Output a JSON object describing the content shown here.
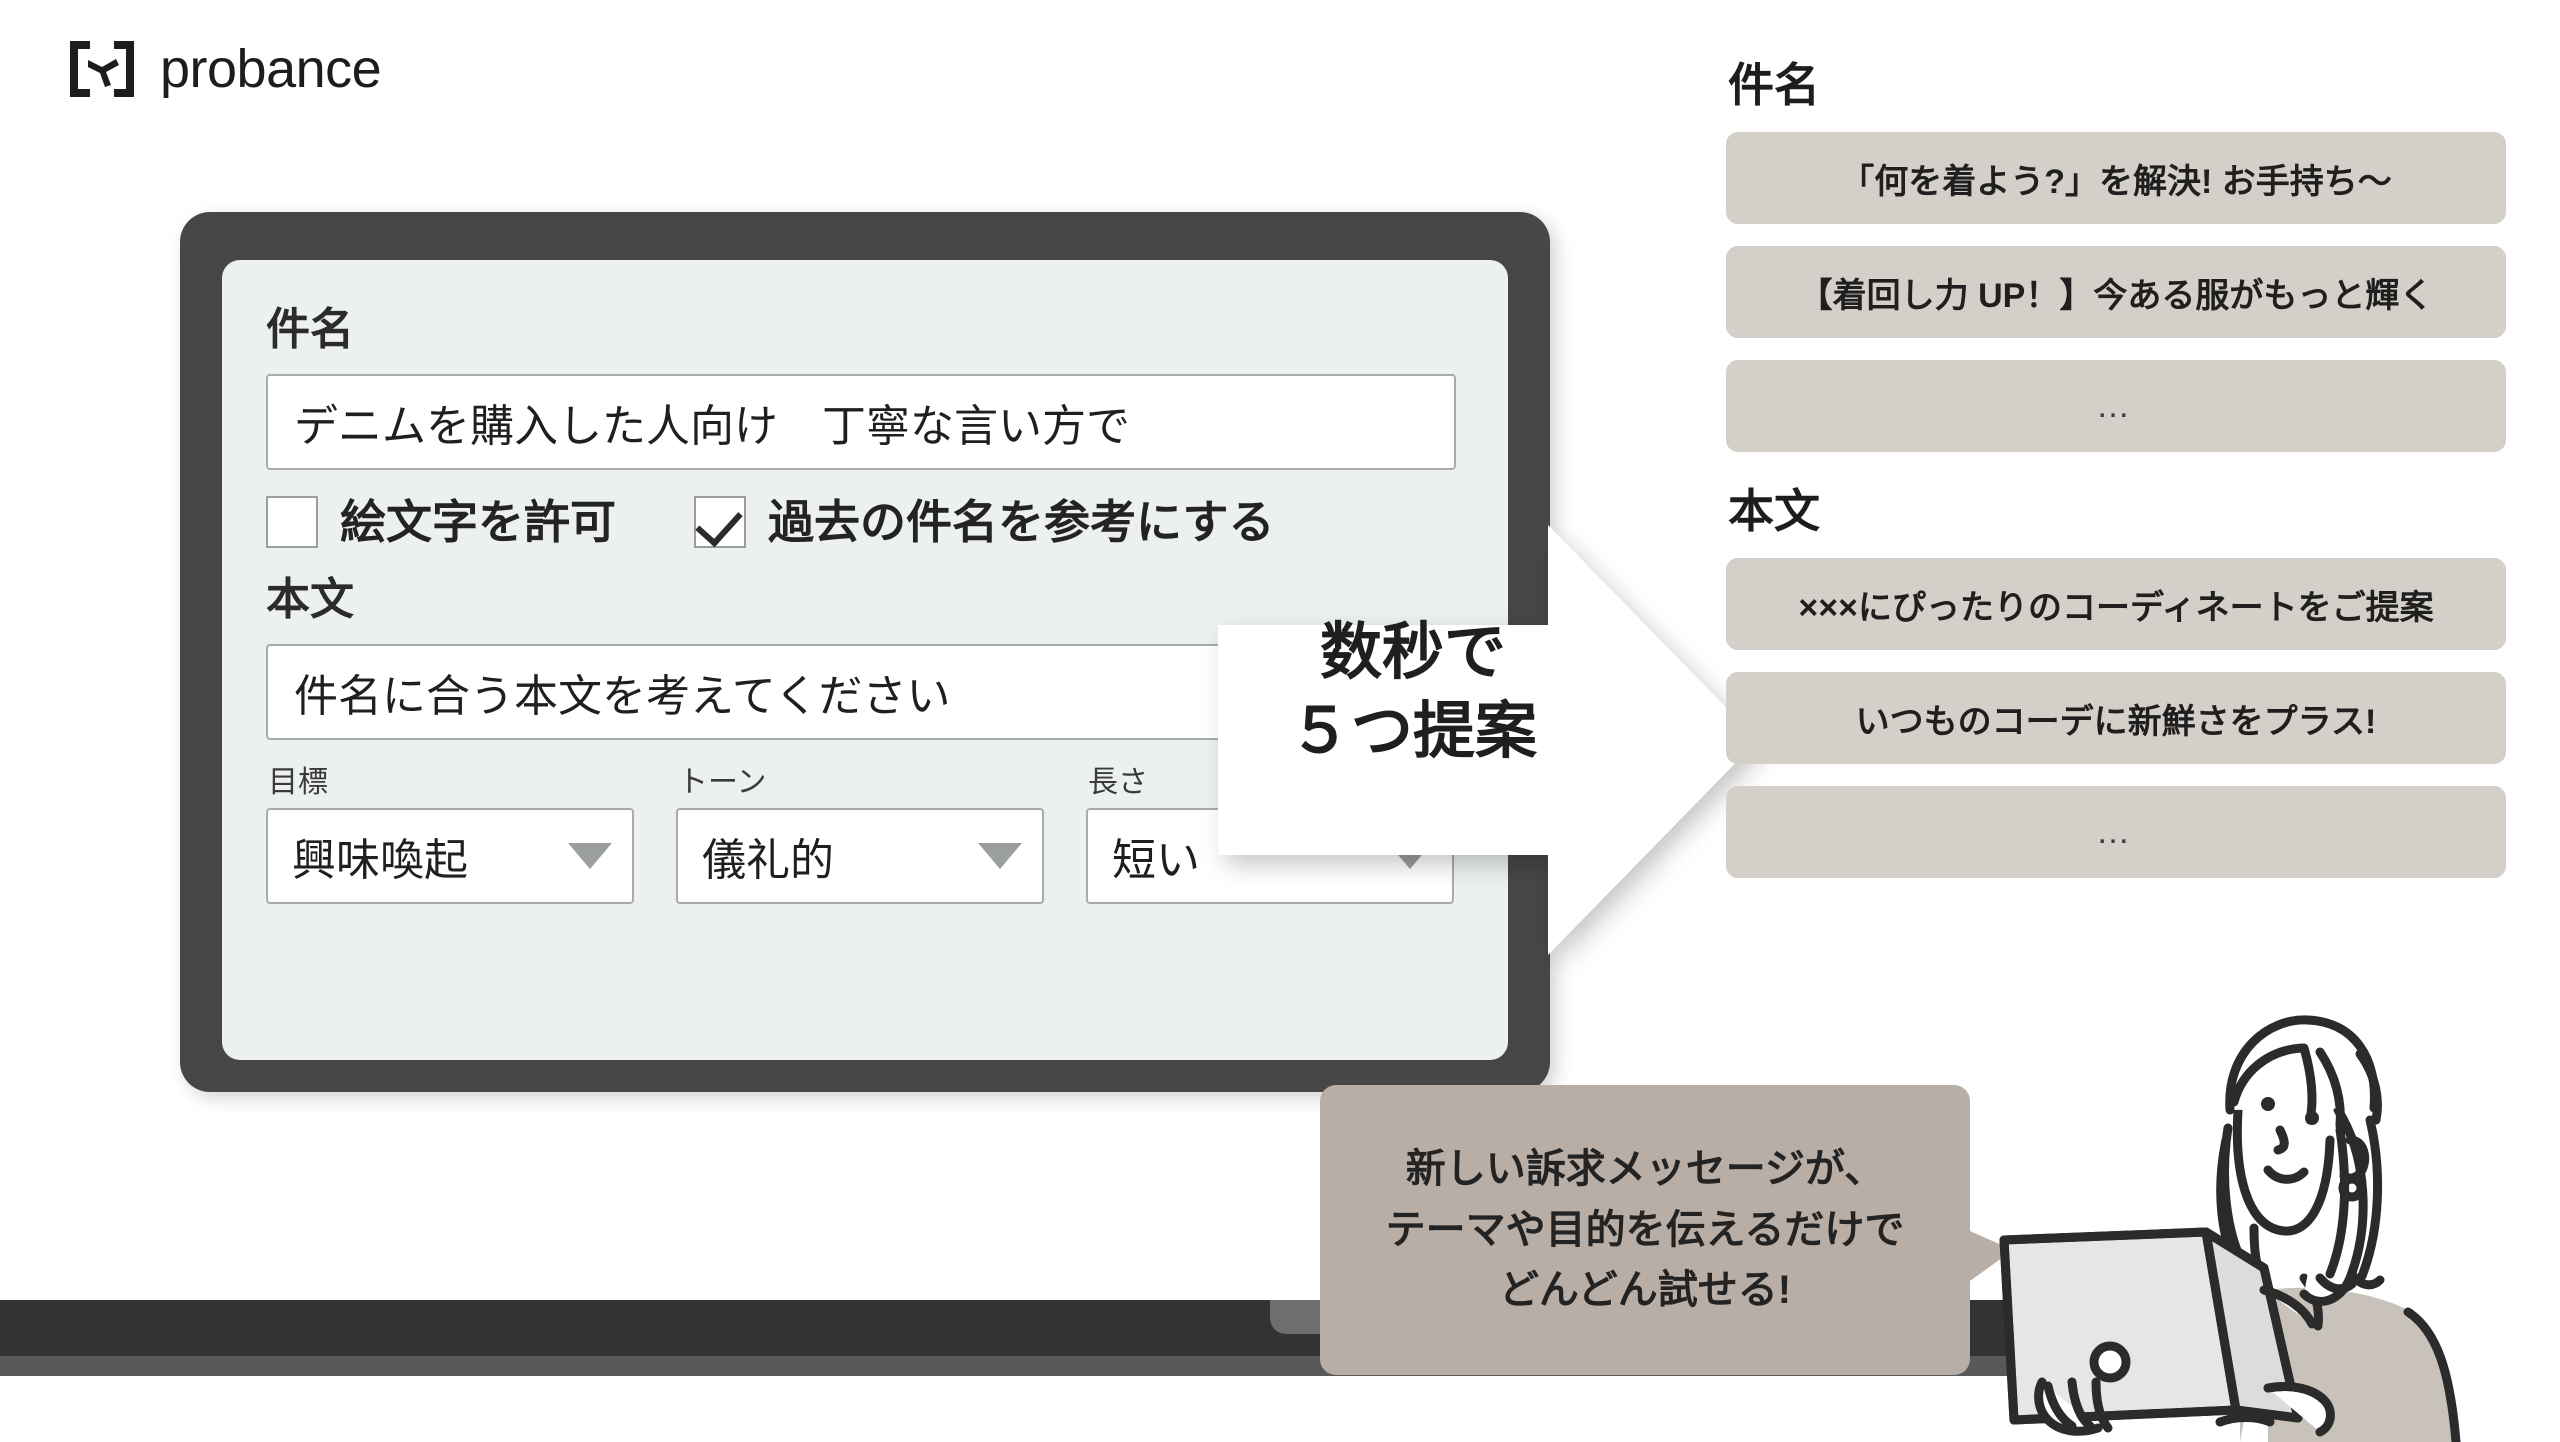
{
  "brand": {
    "name": "probance",
    "mark": "bracket-y-icon"
  },
  "laptop_form": {
    "subject_label": "件名",
    "subject_value": "デニムを購入した人向け　丁寧な言い方で",
    "checkboxes": [
      {
        "label": "絵文字を許可",
        "checked": false
      },
      {
        "label": "過去の件名を参考にする",
        "checked": true
      }
    ],
    "body_label": "本文",
    "body_value": "件名に合う本文を考えてください",
    "selects": [
      {
        "caption": "目標",
        "value": "興味喚起"
      },
      {
        "caption": "トーン",
        "value": "儀礼的"
      },
      {
        "caption": "長さ",
        "value": "短い"
      }
    ]
  },
  "arrow": {
    "line1": "数秒で",
    "line2": "５つ提案"
  },
  "results": {
    "subject_heading": "件名",
    "subject_items": [
      "「何を着よう?」を解決! お手持ち〜",
      "【着回し力 UP！】今ある服がもっと輝く",
      "…"
    ],
    "body_heading": "本文",
    "body_items": [
      "×××にぴったりのコーディネートをご提案",
      "いつものコーデに新鮮さをプラス!",
      "…"
    ]
  },
  "callout": {
    "line1": "新しい訴求メッセージが、",
    "line2": "テーマや目的を伝えるだけで",
    "line3": "どんどん試せる!"
  },
  "colors": {
    "card_bg": "#d4cfc9",
    "bubble_bg": "#b8aea6",
    "screen_bg": "#edf0f1",
    "bezel": "#474747",
    "base": "#333333",
    "text": "#1f1f1f"
  }
}
